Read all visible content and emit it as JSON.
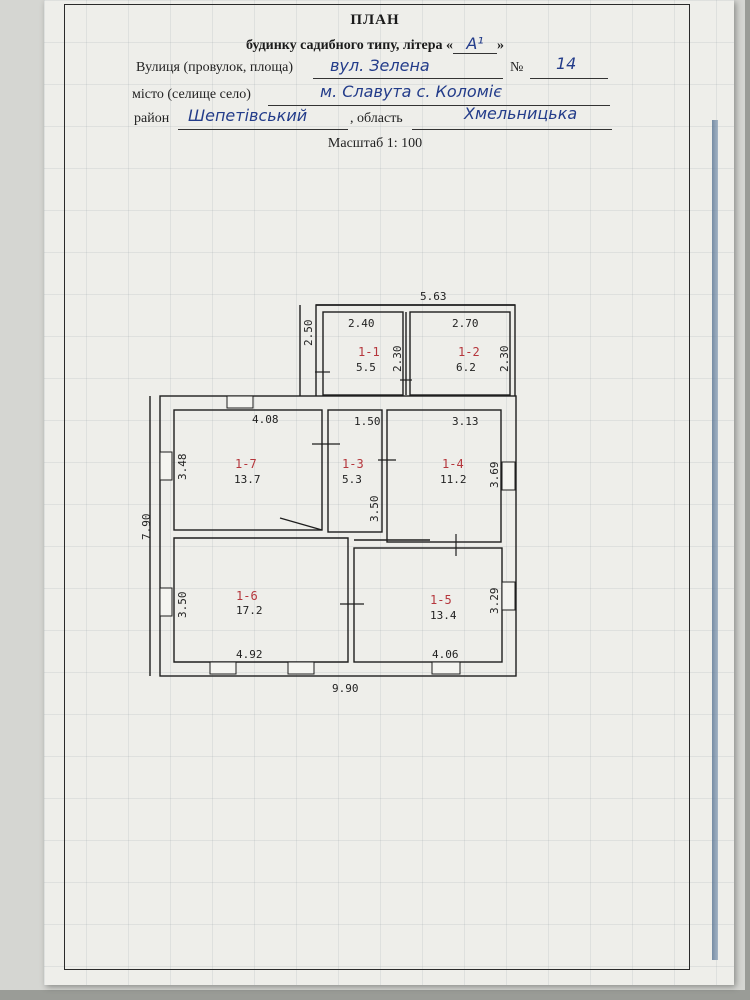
{
  "header": {
    "title": "ПЛАН",
    "subtitle": "будинку садибного типу, літера «",
    "subtitle_letter": "А¹",
    "subtitle_end": "»",
    "street_label": "Вулиця (провулок, площа)",
    "street_value": "вул. Зелена",
    "number_label": "№",
    "number_value": "14",
    "city_label": "місто (селище село)",
    "city_value": "м. Славута   с. Коломіє",
    "district_label": "район",
    "district_value": "Шепетівський",
    "region_label": ", область",
    "region_value": "Хмельницька",
    "scale": "Масштаб 1: 100"
  },
  "plan": {
    "overall_dims": {
      "top_width": "5.63",
      "bottom_width": "9.90",
      "left_height": "7.90",
      "porch_height": "2.50"
    },
    "rooms": [
      {
        "id": "1-1",
        "area": "5.5",
        "dim_top": "2.40",
        "dim_side": "2.30"
      },
      {
        "id": "1-2",
        "area": "6.2",
        "dim_top": "2.70",
        "dim_side": "2.30"
      },
      {
        "id": "1-7",
        "area": "13.7",
        "dim_top": "4.08",
        "dim_side": "3.48"
      },
      {
        "id": "1-3",
        "area": "5.3",
        "dim_top": "1.50",
        "dim_side": "3.50"
      },
      {
        "id": "1-4",
        "area": "11.2",
        "dim_top": "3.13",
        "dim_side": "3.69"
      },
      {
        "id": "1-6",
        "area": "17.2",
        "dim_bottom": "4.92",
        "dim_side": "3.50"
      },
      {
        "id": "1-5",
        "area": "13.4",
        "dim_bottom": "4.06",
        "dim_side": "3.29"
      }
    ]
  }
}
